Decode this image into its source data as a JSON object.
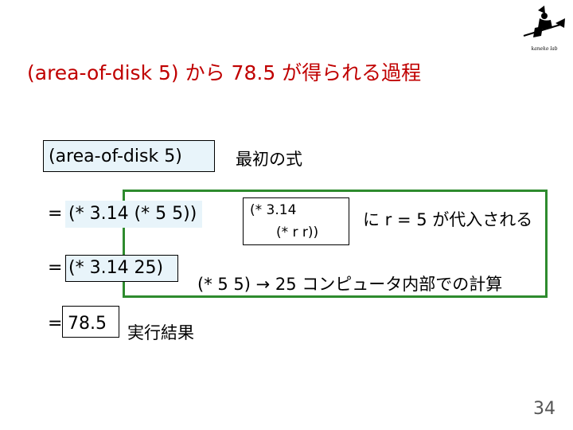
{
  "slide": {
    "title": "(area-of-disk 5) から 78.5 が得られる過程",
    "page_number": "34",
    "logo_icon": "witch-on-broom-logo",
    "logo_caption": "kaneko lab",
    "accent_color": "#c00000",
    "box_color": "#2e8b2e"
  },
  "steps": {
    "initial_expr": "(area-of-disk 5)",
    "initial_label": "最初の式",
    "step1_prefix": "=",
    "step1_expr": "(* 3.14 (* 5 5))",
    "subst_line1": "(* 3.14",
    "subst_line2": "(* r r))",
    "subst_label": "に r = 5 が代入される",
    "step2_prefix": "=",
    "step2_expr": "(* 3.14 25)",
    "compute_label": "(* 5 5) → 25 コンピュータ内部での計算",
    "step3_prefix": "=",
    "result_value": "78.5",
    "result_label": "実行結果"
  }
}
